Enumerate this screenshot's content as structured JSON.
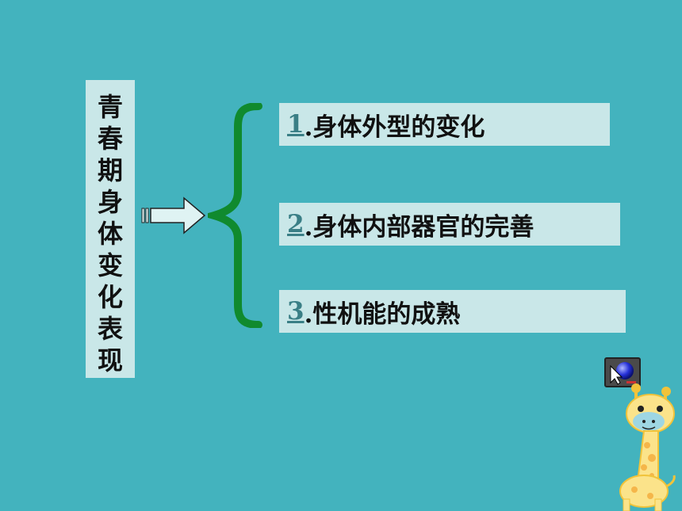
{
  "title": {
    "chars": [
      "青",
      "春",
      "期",
      "身",
      "体",
      "变",
      "化",
      "表",
      "现"
    ]
  },
  "items": [
    {
      "num": "1",
      "text": ".身体外型的变化"
    },
    {
      "num": "2",
      "text": ".身体内部器官的完善"
    },
    {
      "num": "3",
      "text": ".性机能的成熟"
    }
  ],
  "icons": {
    "arrow": "right-arrow-icon",
    "brace": "curly-brace-icon",
    "nav": "action-button-icon",
    "decoration": "giraffe-icon"
  },
  "colors": {
    "background": "#43b3be",
    "box": "#c9e7e8",
    "brace": "#108a2e",
    "link": "#3a7f86"
  }
}
